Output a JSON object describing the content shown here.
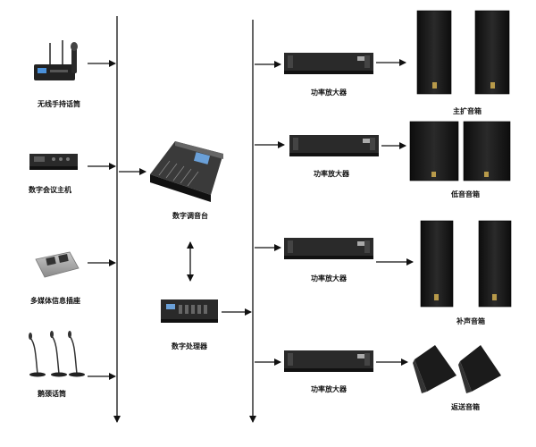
{
  "labels": {
    "wireless_mic": "无线手持话筒",
    "conference_host": "数字会议主机",
    "multimedia_socket": "多媒体信息插座",
    "gooseneck_mic": "鹅颈话筒",
    "digital_mixer": "数字调音台",
    "digital_processor": "数字处理器",
    "amp_1": "功率放大器",
    "amp_2": "功率放大器",
    "amp_3": "功率放大器",
    "amp_4": "功率放大器",
    "main_speaker": "主扩音箱",
    "sub_speaker": "低音音箱",
    "fill_speaker": "补声音箱",
    "monitor_speaker": "返送音箱"
  },
  "colors": {
    "line": "#111111",
    "device_dark": "#1f1f1f",
    "device_mid": "#3a3a3a",
    "speaker_logo": "#b89a4a"
  }
}
